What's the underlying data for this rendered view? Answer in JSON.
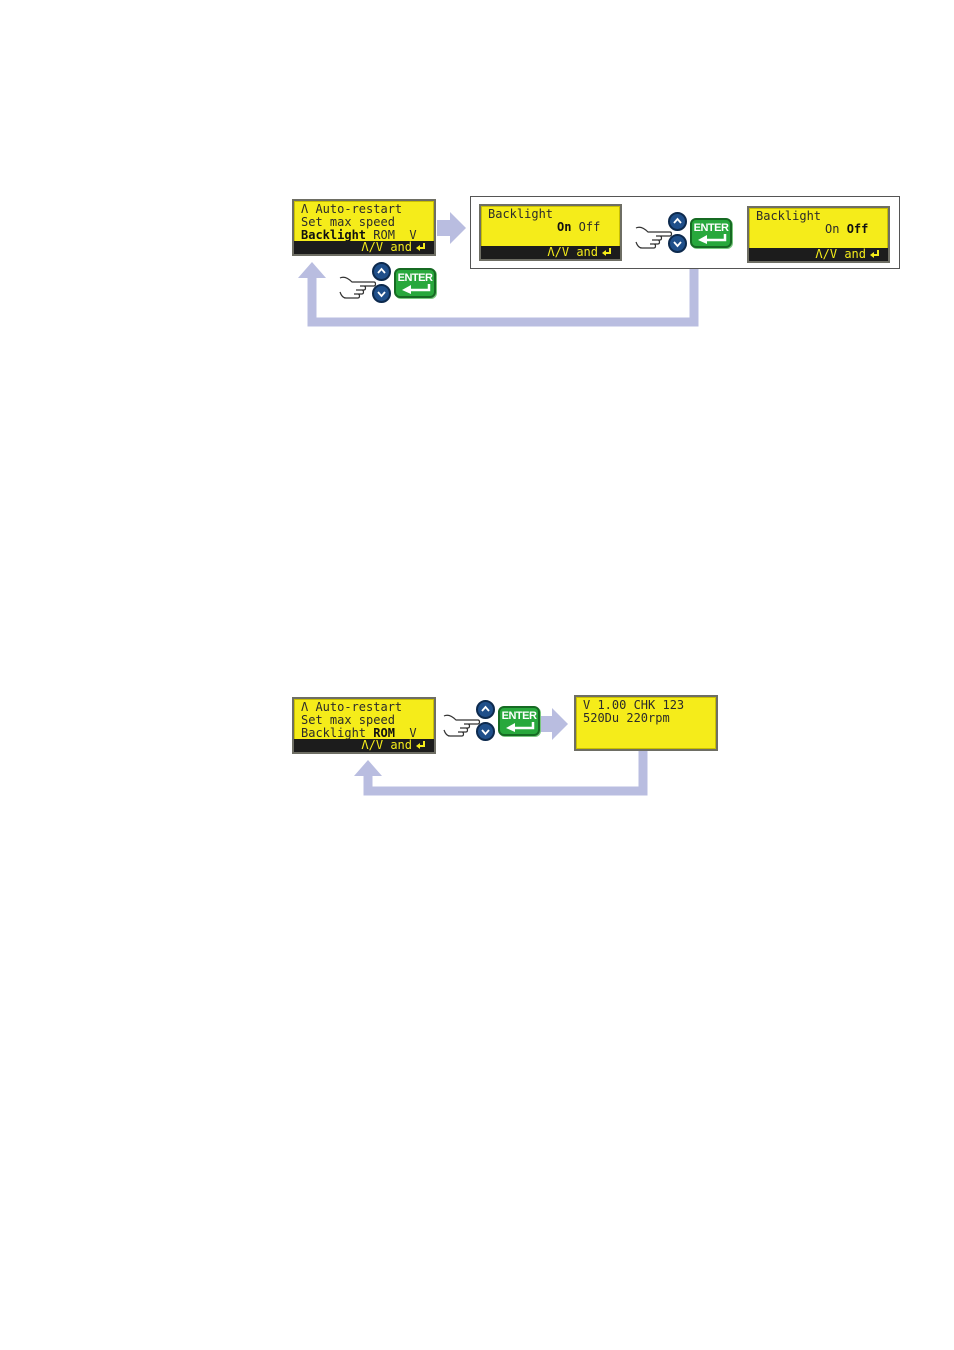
{
  "top_diagram": {
    "menu_screen": {
      "line1": "Λ Auto-restart",
      "line2": "Set max speed",
      "line3_bold": "Backlight",
      "line3_rest": " ROM  V",
      "bar": "Λ/V and"
    },
    "backlight_on_screen": {
      "title": "Backlight",
      "on": "On",
      "off": " Off",
      "bar": "Λ/V and"
    },
    "backlight_off_screen": {
      "title": "Backlight",
      "on": "On ",
      "off": "Off",
      "bar": "Λ/V and"
    },
    "enter_label": "ENTER"
  },
  "bottom_diagram": {
    "menu_screen": {
      "line1": "Λ Auto-restart",
      "line2": "Set max speed",
      "line3_pre": "Backlight ",
      "line3_bold": "ROM",
      "line3_post": "  V",
      "bar": "Λ/V and"
    },
    "rom_screen": {
      "line1": "V 1.00 CHK 123",
      "line2": "520Du 220rpm"
    },
    "enter_label": "ENTER"
  },
  "colors": {
    "lcd_yellow": "#f5ec1a",
    "flow_arrow": "#b9bde0",
    "enter_green": "#28a83c",
    "nav_blue": "#1f4f8a"
  }
}
